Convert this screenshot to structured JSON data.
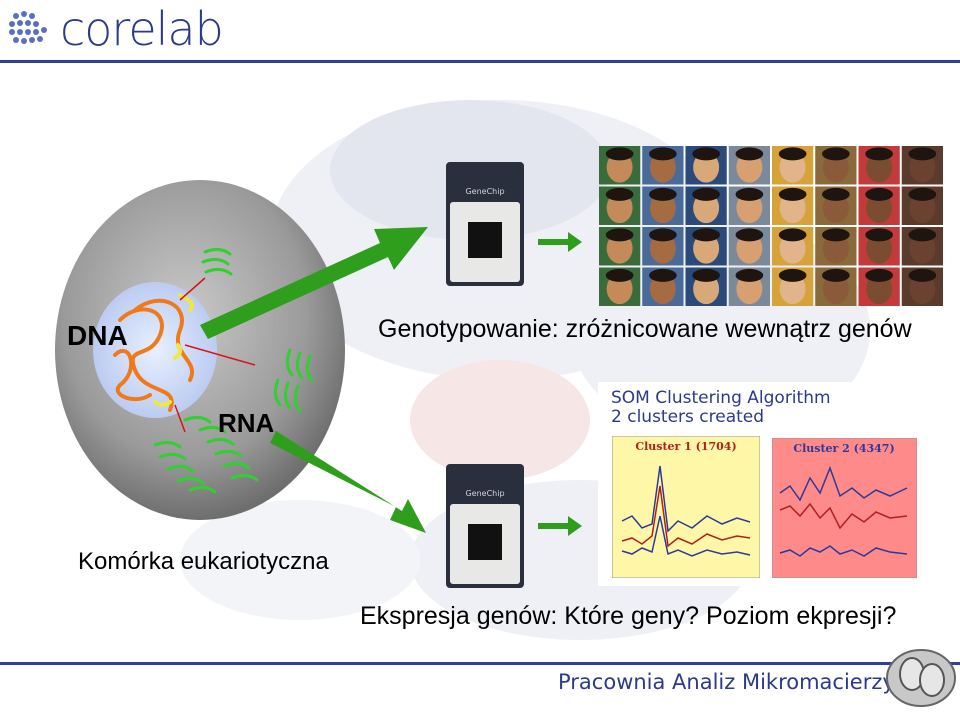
{
  "header": {
    "logo_text": "corelab"
  },
  "cell": {
    "dna_label": "DNA",
    "rna_label": "RNA",
    "caption": "Komórka eukariotyczna"
  },
  "genotyping": {
    "text": "Genotypowanie: zróżnicowane wewnątrz genów"
  },
  "expression": {
    "text": "Ekspresja genów:  Które geny?  Poziom ekpresji?"
  },
  "som": {
    "title": "SOM Clustering Algorithm",
    "subtitle": "2 clusters created",
    "cluster1_label": "Cluster 1 (1704)",
    "cluster2_label": "Cluster 2 (4347)"
  },
  "chip": {
    "brand_text": "GeneChip"
  },
  "footer": {
    "text": "Pracownia Analiz Mikromacierzy"
  },
  "colors": {
    "brand_blue": "#2b3a8c",
    "arrow_green": "#2e9e1c",
    "cluster1_bg": "#fff7a8",
    "cluster2_bg": "#ff8a8a"
  }
}
